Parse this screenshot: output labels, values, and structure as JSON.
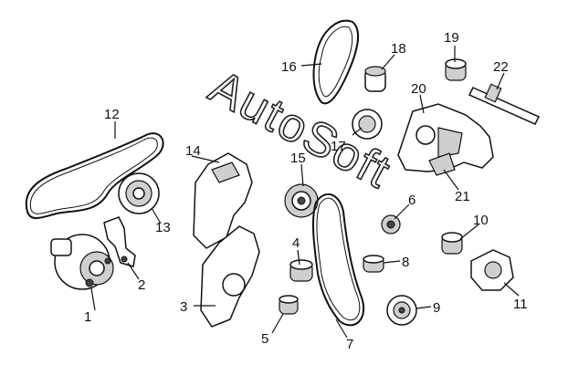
{
  "watermark": "AutoSoft",
  "callouts": [
    "1",
    "2",
    "3",
    "4",
    "5",
    "6",
    "7",
    "8",
    "9",
    "10",
    "11",
    "12",
    "13",
    "14",
    "15",
    "16",
    "17",
    "18",
    "19",
    "20",
    "21",
    "22"
  ]
}
